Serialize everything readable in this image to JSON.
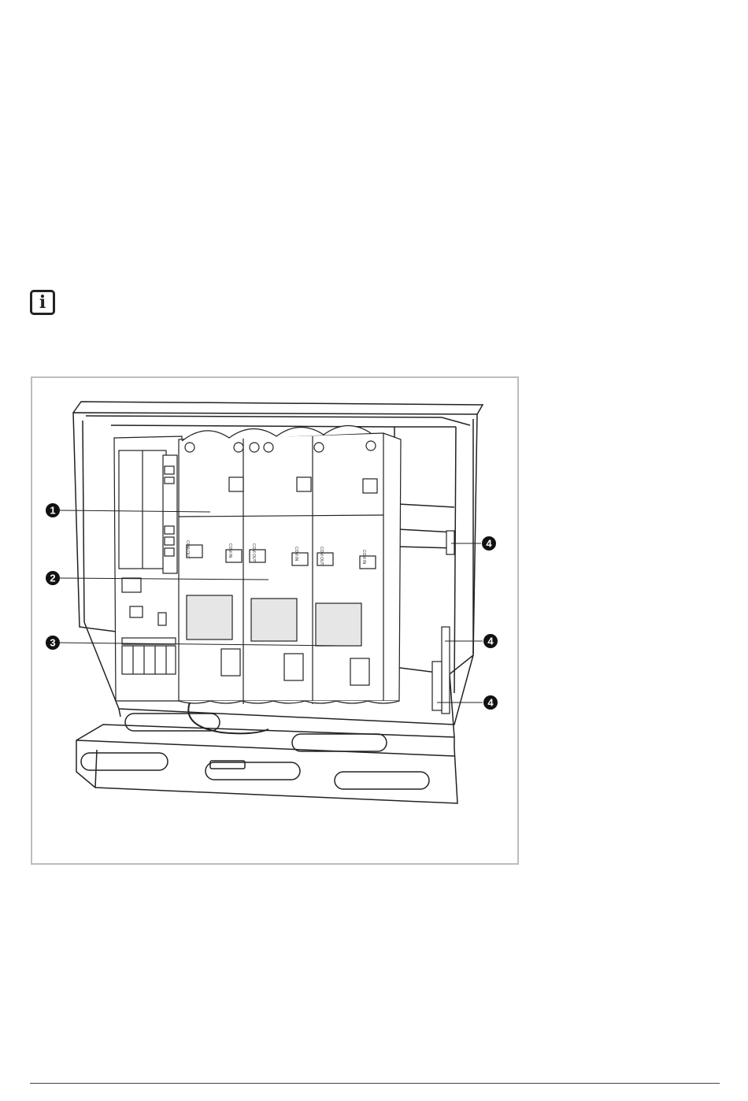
{
  "callouts": [
    {
      "id": "c1",
      "label": "1"
    },
    {
      "id": "c2",
      "label": "2"
    },
    {
      "id": "c3",
      "label": "3"
    },
    {
      "id": "c4a",
      "label": "4"
    },
    {
      "id": "c4b",
      "label": "4"
    },
    {
      "id": "c4c",
      "label": "4"
    }
  ],
  "module_ports": {
    "module1_out": "COM OUT",
    "module2_in": "COM IN",
    "module2_out": "COM OUT",
    "module3_in": "COM IN",
    "module3_out": "COM OUT",
    "module4_in": "COM IN"
  },
  "icons": {
    "info": "info-icon"
  }
}
